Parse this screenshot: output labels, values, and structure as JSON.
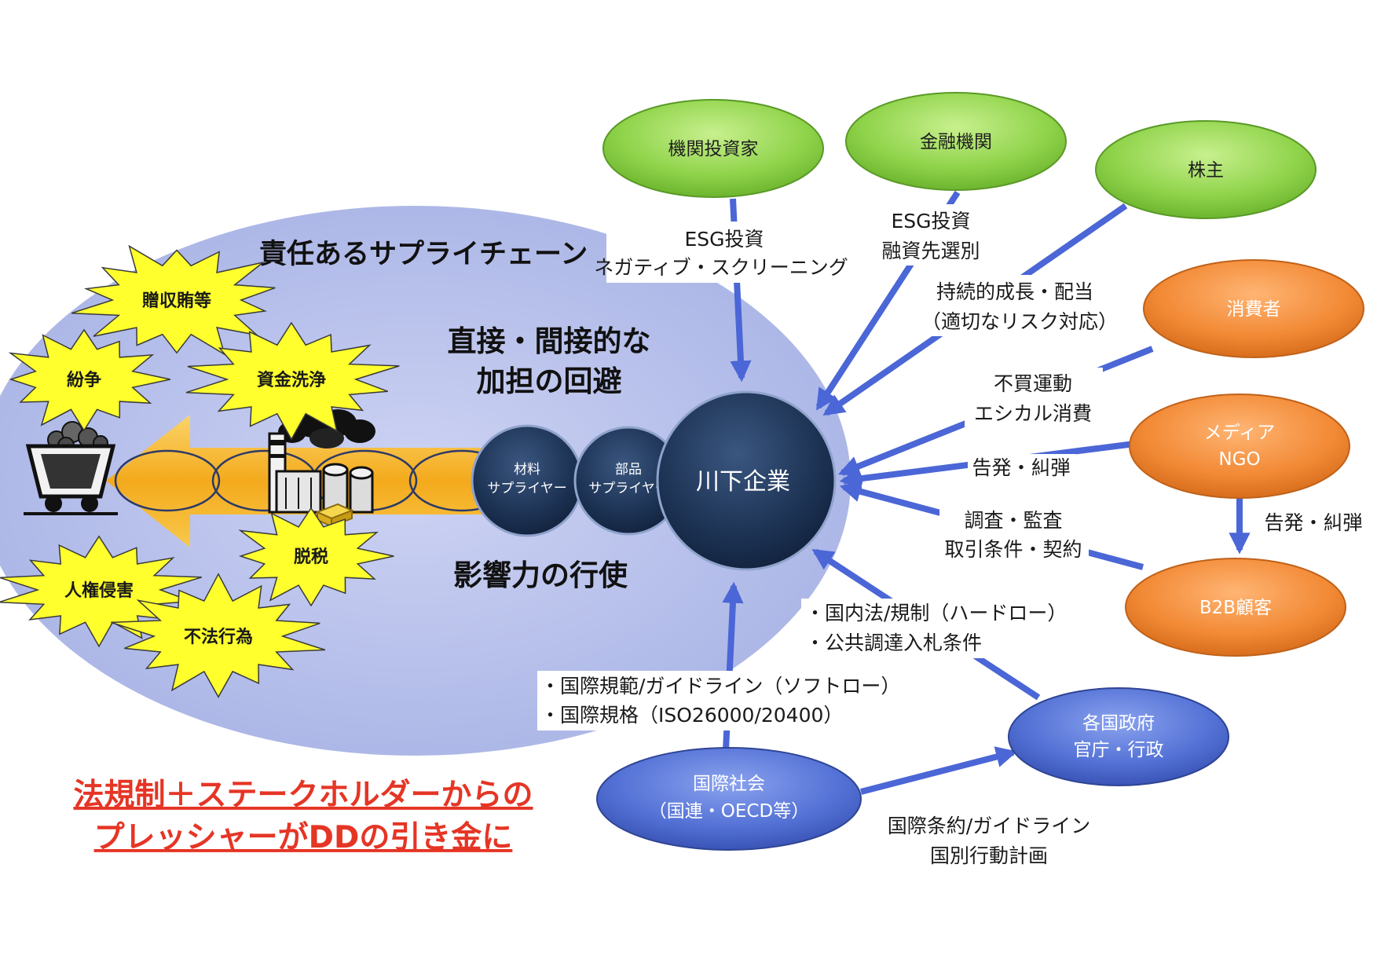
{
  "diagram_title": "責任あるサプライチェーン",
  "supply_chain": {
    "avoidance": [
      "直接・間接的な",
      "加担の回避"
    ],
    "influence": "影響力の行使",
    "risks": {
      "bribery": "贈収賄等",
      "conflict": "紛争",
      "money_laundering": "資金洗浄",
      "human_rights": "人権侵害",
      "tax_evasion": "脱税",
      "illegal_acts": "不法行為"
    },
    "material_supplier": [
      "材料",
      "サプライヤー"
    ],
    "parts_supplier": [
      "部品",
      "サプライヤー"
    ],
    "downstream_company": "川下企業"
  },
  "stakeholders": {
    "institutional_investors": "機関投資家",
    "financial_institutions": "金融機関",
    "shareholders": "株主",
    "consumers": "消費者",
    "media_ngo": [
      "メディア",
      "NGO"
    ],
    "b2b_customers": "B2B顧客",
    "governments": [
      "各国政府",
      "官庁・行政"
    ],
    "international_community": [
      "国際社会",
      "（国連・OECD等）"
    ]
  },
  "flows": {
    "investors": [
      "ESG投資",
      "ネガティブ・スクリーニング"
    ],
    "financial": [
      "ESG投資",
      "融資先選別"
    ],
    "shareholders": [
      "持続的成長・配当",
      "（適切なリスク対応）"
    ],
    "consumers": [
      "不買運動",
      "エシカル消費"
    ],
    "media": "告発・糾弾",
    "b2b": [
      "調査・監査",
      "取引条件・契約"
    ],
    "media_to_b2b": "告発・糾弾",
    "governments": [
      "・国内法/規制（ハードロー）",
      "・公共調達入札条件"
    ],
    "international_community": [
      "・国際規範/ガイドライン（ソフトロー）",
      "・国際規格（ISO26000/20400）"
    ],
    "international_to_governments": [
      "国際条約/ガイドライン",
      "国別行動計画"
    ]
  },
  "callout": [
    "法規制＋ステークホルダーからの",
    "プレッシャーがDDの引き金に"
  ],
  "icons": [
    "mine-cart-icon",
    "factory-icon",
    "gold-bars-icon"
  ],
  "colors": {
    "supply_chain_area": "#b7c0ea",
    "arrow": "#f5b52a",
    "company_circle": "#1d3354",
    "investor_nodes": "#8fd34a",
    "consumer_nodes": "#f28a36",
    "public_nodes": "#5472d6",
    "flow_arrows": "#4b66d6",
    "risk_bursts": "#ffff2e",
    "callout_text": "#e53525"
  }
}
